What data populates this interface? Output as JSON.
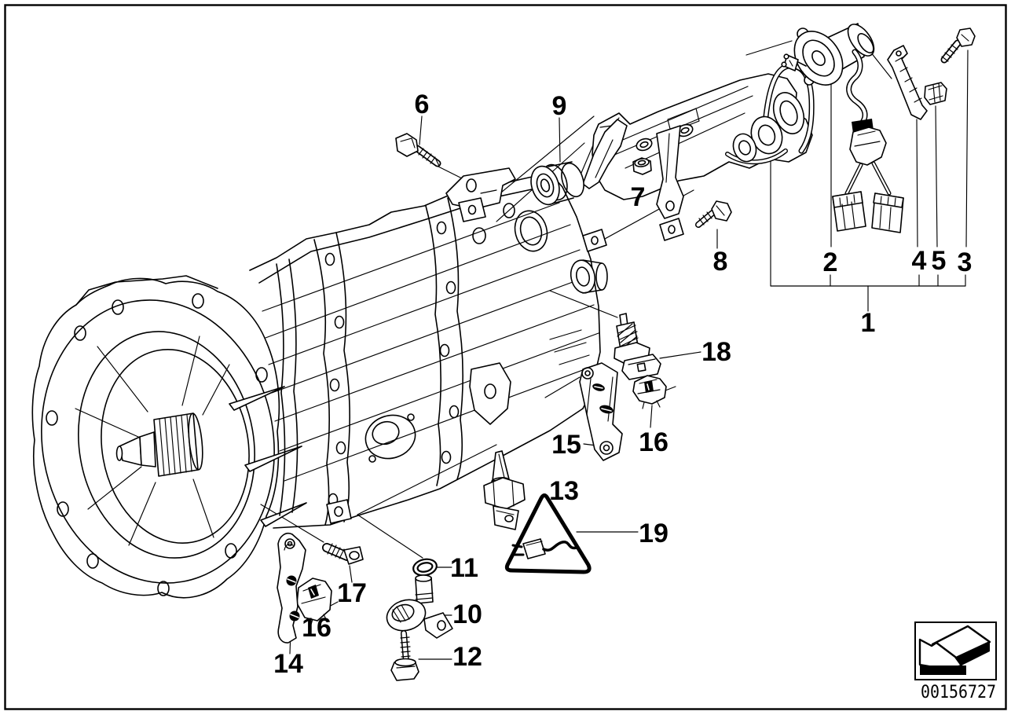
{
  "figure": {
    "kind": "exploded-parts-diagram",
    "subject": "Manual gearbox with shift actuator, sensors and switches",
    "colors": {
      "ink": "#000000",
      "paper": "#ffffff"
    }
  },
  "callouts": [
    {
      "num": "6"
    },
    {
      "num": "9"
    },
    {
      "num": "7"
    },
    {
      "num": "8"
    },
    {
      "num": "2"
    },
    {
      "num": "4"
    },
    {
      "num": "5"
    },
    {
      "num": "3"
    },
    {
      "num": "1"
    },
    {
      "num": "18"
    },
    {
      "num": "15"
    },
    {
      "num": "16"
    },
    {
      "num": "13"
    },
    {
      "num": "19"
    },
    {
      "num": "11"
    },
    {
      "num": "10"
    },
    {
      "num": "12"
    },
    {
      "num": "17"
    },
    {
      "num": "16"
    },
    {
      "num": "14"
    }
  ],
  "stamp": {
    "id_text": "00156727"
  }
}
